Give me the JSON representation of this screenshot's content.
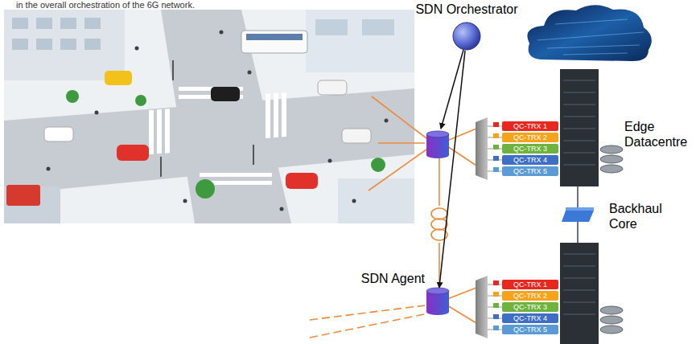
{
  "diagram": {
    "nodes": [
      {
        "text": [
          "SDN Orchestrator"
        ]
      },
      {
        "text": [
          "QC-TRX 1"
        ]
      },
      {
        "text": [
          "QC-TRX 2"
        ]
      },
      {
        "text": [
          "QC-TRX 3"
        ]
      },
      {
        "text": [
          "QC-TRX 4"
        ]
      },
      {
        "text": [
          "QC-TRX 5"
        ]
      },
      {
        "text": [
          "SDN Agent"
        ]
      },
      {
        "text": [
          "QC-TRX 1"
        ]
      },
      {
        "text": [
          "QC-TRX 2"
        ]
      },
      {
        "text": [
          "QC-TRX 3"
        ]
      },
      {
        "text": [
          "QC-TRX 4"
        ]
      },
      {
        "text": [
          "QC-TRX 5"
        ]
      }
    ],
    "edges": [
      {
        "from": 0,
        "to": 6,
        "arrow": "to"
      }
    ],
    "labels": [
      "in the overall orchestration of the 6G network.",
      "Edge Datacentre",
      "Backhaul Core"
    ]
  }
}
